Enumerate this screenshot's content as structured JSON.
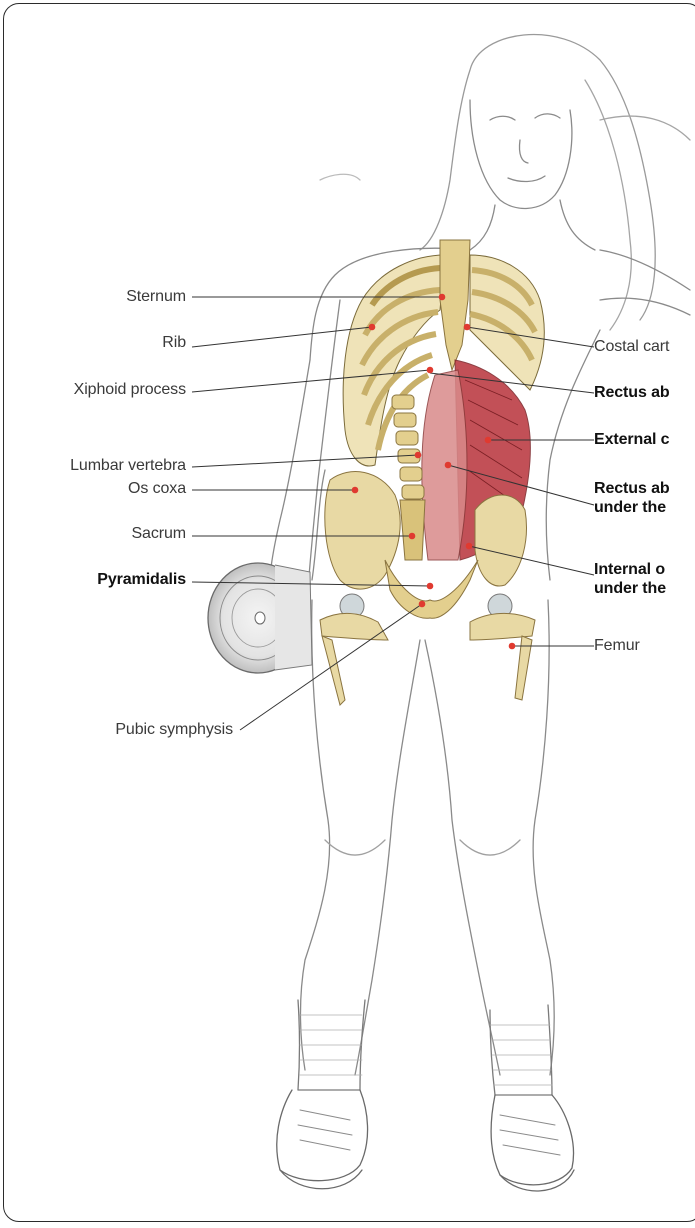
{
  "figure": {
    "labels_left": [
      {
        "id": "sternum",
        "text": "Sternum",
        "bold": false
      },
      {
        "id": "rib",
        "text": "Rib",
        "bold": false
      },
      {
        "id": "xiphoid",
        "text": "Xiphoid process",
        "bold": false
      },
      {
        "id": "lumbar",
        "text": "Lumbar vertebra",
        "bold": false
      },
      {
        "id": "oscoxa",
        "text": "Os coxa",
        "bold": false
      },
      {
        "id": "sacrum",
        "text": "Sacrum",
        "bold": false
      },
      {
        "id": "pyramidalis",
        "text": "Pyramidalis",
        "bold": true
      },
      {
        "id": "pubic",
        "text": "Pubic symphysis",
        "bold": false
      }
    ],
    "labels_right": [
      {
        "id": "costal",
        "lines": [
          "Costal cart"
        ],
        "bold": false
      },
      {
        "id": "rectus1",
        "lines": [
          "Rectus ab"
        ],
        "bold": true
      },
      {
        "id": "external",
        "lines": [
          "External c"
        ],
        "bold": true
      },
      {
        "id": "rectus2",
        "lines": [
          "Rectus ab",
          "under the"
        ],
        "bold": true
      },
      {
        "id": "internal",
        "lines": [
          "Internal o",
          "under the"
        ],
        "bold": true
      },
      {
        "id": "femur",
        "lines": [
          "Femur"
        ],
        "bold": false
      }
    ],
    "colors": {
      "bone": "#e8d9a4",
      "bone_shade": "#c8b06a",
      "muscle": "#b8323a",
      "muscle_light": "#d98a8a",
      "marker": "#e03a30",
      "skin_line": "#8a8a8a",
      "leader": "#333333"
    }
  }
}
